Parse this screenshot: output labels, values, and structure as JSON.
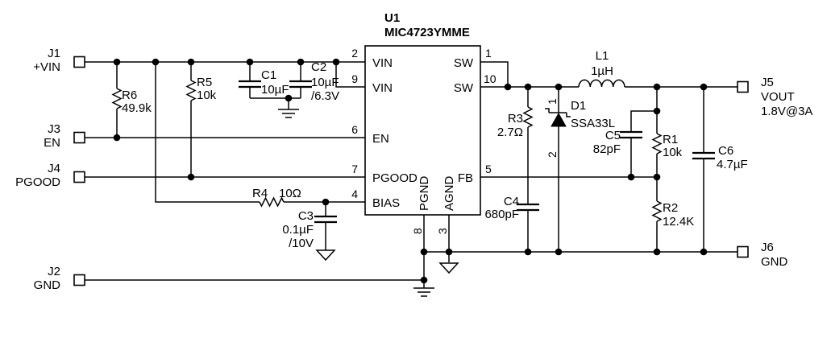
{
  "ic": {
    "ref": "U1",
    "part": "MIC4723YMME",
    "left_pins": [
      {
        "num": "2",
        "name": "VIN"
      },
      {
        "num": "9",
        "name": "VIN"
      },
      {
        "num": "6",
        "name": "EN"
      },
      {
        "num": "7",
        "name": "PGOOD"
      },
      {
        "num": "4",
        "name": "BIAS"
      }
    ],
    "right_pins": [
      {
        "num": "1",
        "name": "SW"
      },
      {
        "num": "10",
        "name": "SW"
      },
      {
        "num": "5",
        "name": "FB"
      }
    ],
    "bottom_pins": [
      {
        "num": "8",
        "name": "PGND"
      },
      {
        "num": "3",
        "name": "AGND"
      }
    ]
  },
  "connectors": {
    "j1": {
      "ref": "J1",
      "net": "+VIN"
    },
    "j3": {
      "ref": "J3",
      "net": "EN"
    },
    "j4": {
      "ref": "J4",
      "net": "PGOOD"
    },
    "j2": {
      "ref": "J2",
      "net": "GND"
    },
    "j5": {
      "ref": "J5",
      "net": "VOUT",
      "rating": "1.8V@3A"
    },
    "j6": {
      "ref": "J6",
      "net": "GND"
    }
  },
  "components": {
    "r1": {
      "ref": "R1",
      "value": "10k"
    },
    "r2": {
      "ref": "R2",
      "value": "12.4K"
    },
    "r3": {
      "ref": "R3",
      "value": "2.7Ω"
    },
    "r4": {
      "ref": "R4",
      "value": "10Ω"
    },
    "r5": {
      "ref": "R5",
      "value": "10k"
    },
    "r6": {
      "ref": "R6",
      "value": "49.9k"
    },
    "c1": {
      "ref": "C1",
      "value": "10µF"
    },
    "c2": {
      "ref": "C2",
      "value": "10µF",
      "rating": "/6.3V"
    },
    "c3": {
      "ref": "C3",
      "value": "0.1µF",
      "rating": "/10V"
    },
    "c4": {
      "ref": "C4",
      "value": "680pF"
    },
    "c5": {
      "ref": "C5",
      "value": "82pF"
    },
    "c6": {
      "ref": "C6",
      "value": "4.7µF"
    },
    "l1": {
      "ref": "L1",
      "value": "1µH"
    },
    "d1": {
      "ref": "D1",
      "part": "SSA33L",
      "pin1": "1",
      "pin2": "2"
    }
  },
  "colors": {
    "line": "#000000",
    "background": "#ffffff"
  }
}
